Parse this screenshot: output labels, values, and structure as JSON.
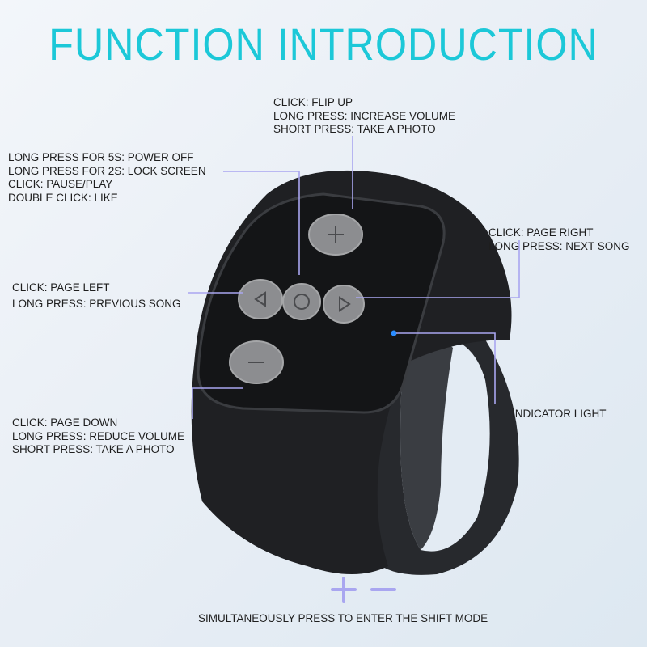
{
  "title": "FUNCTION INTRODUCTION",
  "accent_color": "#1cc8d8",
  "callout_line_color": "#a9a6f0",
  "callouts": {
    "plus": [
      "CLICK: FLIP UP",
      "LONG PRESS: INCREASE VOLUME",
      "SHORT PRESS: TAKE A PHOTO"
    ],
    "center": [
      "LONG PRESS FOR 5S: POWER OFF",
      "LONG PRESS FOR 2S: LOCK SCREEN",
      "CLICK: PAUSE/PLAY",
      "DOUBLE CLICK: LIKE"
    ],
    "left": [
      "CLICK: PAGE LEFT",
      "LONG PRESS: PREVIOUS SONG"
    ],
    "right": [
      "CLICK: PAGE RIGHT",
      "LONG PRESS: NEXT SONG"
    ],
    "indicator": [
      "INDICATOR LIGHT"
    ],
    "minus": [
      "CLICK: PAGE DOWN",
      "LONG PRESS: REDUCE VOLUME",
      "SHORT PRESS: TAKE A PHOTO"
    ]
  },
  "shift_mode": {
    "icons": [
      "plus-icon",
      "minus-icon"
    ],
    "text": "SIMULTANEOUSLY PRESS TO ENTER THE SHIFT MODE"
  }
}
